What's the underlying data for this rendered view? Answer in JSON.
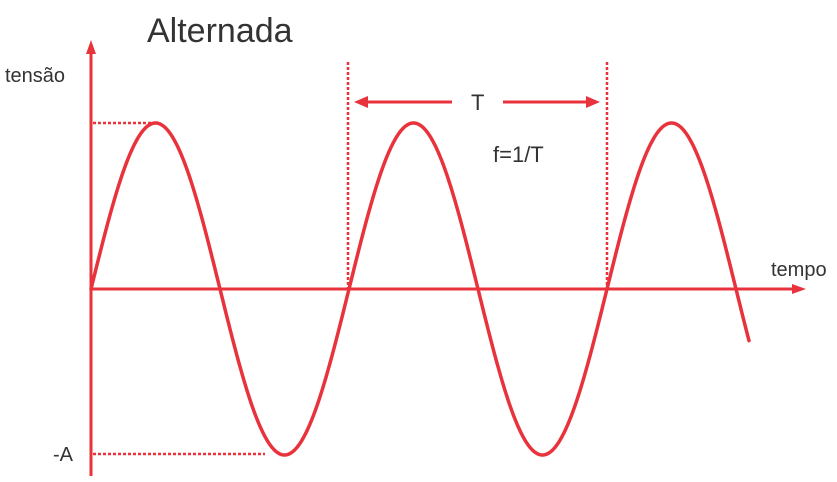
{
  "title": "Alternada",
  "labels": {
    "y_axis": "tensão",
    "x_axis": "tempo",
    "neg_amplitude": "-A",
    "period": "T",
    "frequency": "f=1/T"
  },
  "colors": {
    "curve": "#e8323c",
    "axis": "#e8323c",
    "text": "#333333"
  },
  "icons": {
    "y_arrow": "arrow-up-icon",
    "x_arrow": "arrow-right-icon",
    "period_arrows": "double-arrow-icon"
  }
}
